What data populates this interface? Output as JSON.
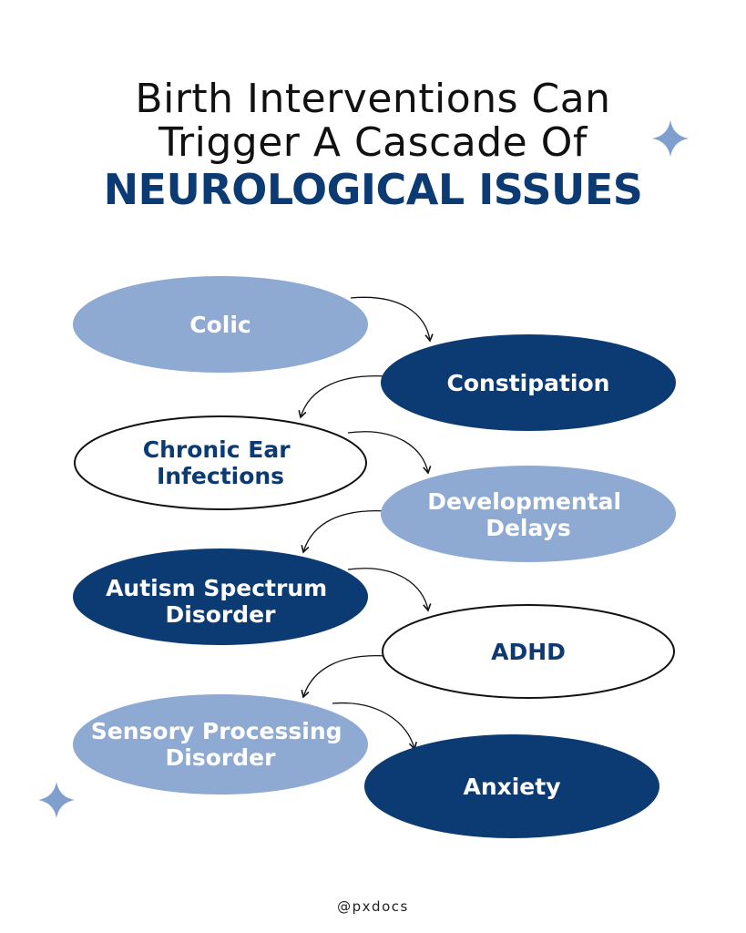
{
  "title": {
    "line1": "Birth Interventions Can",
    "line2": "Trigger A Cascade Of",
    "line3": "NEUROLOGICAL ISSUES"
  },
  "colors": {
    "navy": "#0c3b73",
    "light_blue": "#8eaad3",
    "white": "#ffffff",
    "outline": "#111111",
    "sparkle": "#7f9fcf"
  },
  "nodes": [
    {
      "lines": [
        "Colic"
      ],
      "style": "light"
    },
    {
      "lines": [
        "Constipation"
      ],
      "style": "navy"
    },
    {
      "lines": [
        "Chronic Ear",
        "Infections"
      ],
      "style": "outline"
    },
    {
      "lines": [
        "Developmental",
        "Delays"
      ],
      "style": "light"
    },
    {
      "lines": [
        "Autism Spectrum",
        "Disorder"
      ],
      "style": "navy"
    },
    {
      "lines": [
        "ADHD"
      ],
      "style": "outline"
    },
    {
      "lines": [
        "Sensory Processing",
        "Disorder"
      ],
      "style": "light"
    },
    {
      "lines": [
        "Anxiety"
      ],
      "style": "navy"
    }
  ],
  "decorations": [
    "sparkle-icon",
    "sparkle-icon"
  ],
  "footer": {
    "handle": "@pxdocs"
  }
}
